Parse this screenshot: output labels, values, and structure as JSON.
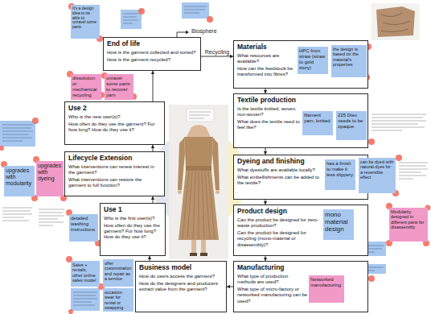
{
  "diagram": {
    "nodes": [
      {
        "text": [
          "End of life",
          "How is the garment collected and sorted?",
          "How is the garment recycled?"
        ]
      },
      {
        "text": [
          "Materials",
          "What resources are available?",
          "How can the feedstock be transformed into fibres?"
        ]
      },
      {
        "text": [
          "Textile production",
          "Is the textile knitted, woven, non-woven?",
          "What does the textile need to feel like?"
        ]
      },
      {
        "text": [
          "Dyeing and finishing",
          "What dyestuffs are available locally?",
          "What embellishments can be added to the textile?"
        ]
      },
      {
        "text": [
          "Product design",
          "Can the product be designed for zero-waste production?",
          "Can the product be designed for recycling (mono-material or disassembly)?"
        ]
      },
      {
        "text": [
          "Manufacturing",
          "What type of production methods are used?",
          "What type of micro-factory or networked manufacturing can be used?"
        ]
      },
      {
        "text": [
          "Business model",
          "How do users access the garment?",
          "How do the designers and producers extract value from the garment?"
        ]
      },
      {
        "text": [
          "Use 1",
          "Who is the first user(s)?",
          "How often do they use the garment? For how long? How do they use it?"
        ]
      },
      {
        "text": [
          "Lifecycle Extension",
          "What interventions can renew interest in the garment?",
          "What interventions can restore the garment to full function?"
        ]
      },
      {
        "text": [
          "Use 2",
          "Who is the new user(s)?",
          "How often do they use the garment? For how long? How do they use it?"
        ]
      },
      {
        "text": [
          "It's a design idea to be able to unravel some parts"
        ]
      },
      {
        "text": [
          "dissolution or mechanical recycling"
        ]
      },
      {
        "text": [
          "unravel some parts to recover yarn"
        ]
      },
      {
        "text": [
          "HPC from straw (straw to gold story)"
        ]
      },
      {
        "text": [
          "the design is based on the material's properties"
        ]
      },
      {
        "text": [
          "filament yarn, knitted"
        ]
      },
      {
        "text": [
          "225 Dtex needs to be opaque"
        ]
      },
      {
        "text": [
          "has a finish to make it less slippery"
        ]
      },
      {
        "text": [
          "can be dyed with natural dyes for a reversible effect"
        ]
      },
      {
        "text": [
          "mono material design"
        ]
      },
      {
        "text": [
          "Modularity designed in different parts for disassembly"
        ]
      },
      {
        "text": [
          "Networked manufacturing"
        ]
      },
      {
        "text": [
          "Sales + rentals, other online sales model"
        ]
      },
      {
        "text": [
          "offer customization and repair as a service"
        ]
      },
      {
        "text": [
          "occasion wear for rental or swapping"
        ]
      },
      {
        "text": [
          "detailed washing instructions"
        ]
      },
      {
        "text": [
          "upgrades with dyeing"
        ]
      },
      {
        "text": [
          "upgrades with modularity"
        ]
      }
    ],
    "edges": [
      {
        "from": 0,
        "to": 1,
        "label": "Recycling",
        "arrow": "to"
      },
      {
        "from": 1,
        "to": 2,
        "arrow": "to"
      },
      {
        "from": 2,
        "to": 3,
        "arrow": "to"
      },
      {
        "from": 3,
        "to": 4,
        "arrow": "to"
      },
      {
        "from": 4,
        "to": 5,
        "arrow": "to"
      },
      {
        "from": 5,
        "to": 6,
        "arrow": "to"
      },
      {
        "from": 6,
        "to": 7,
        "arrow": "to"
      },
      {
        "from": 7,
        "to": 8,
        "arrow": "to"
      },
      {
        "from": 8,
        "to": 9,
        "arrow": "to"
      },
      {
        "from": 9,
        "to": 0,
        "arrow": "to"
      }
    ],
    "labels": [
      "Biosphere"
    ]
  }
}
